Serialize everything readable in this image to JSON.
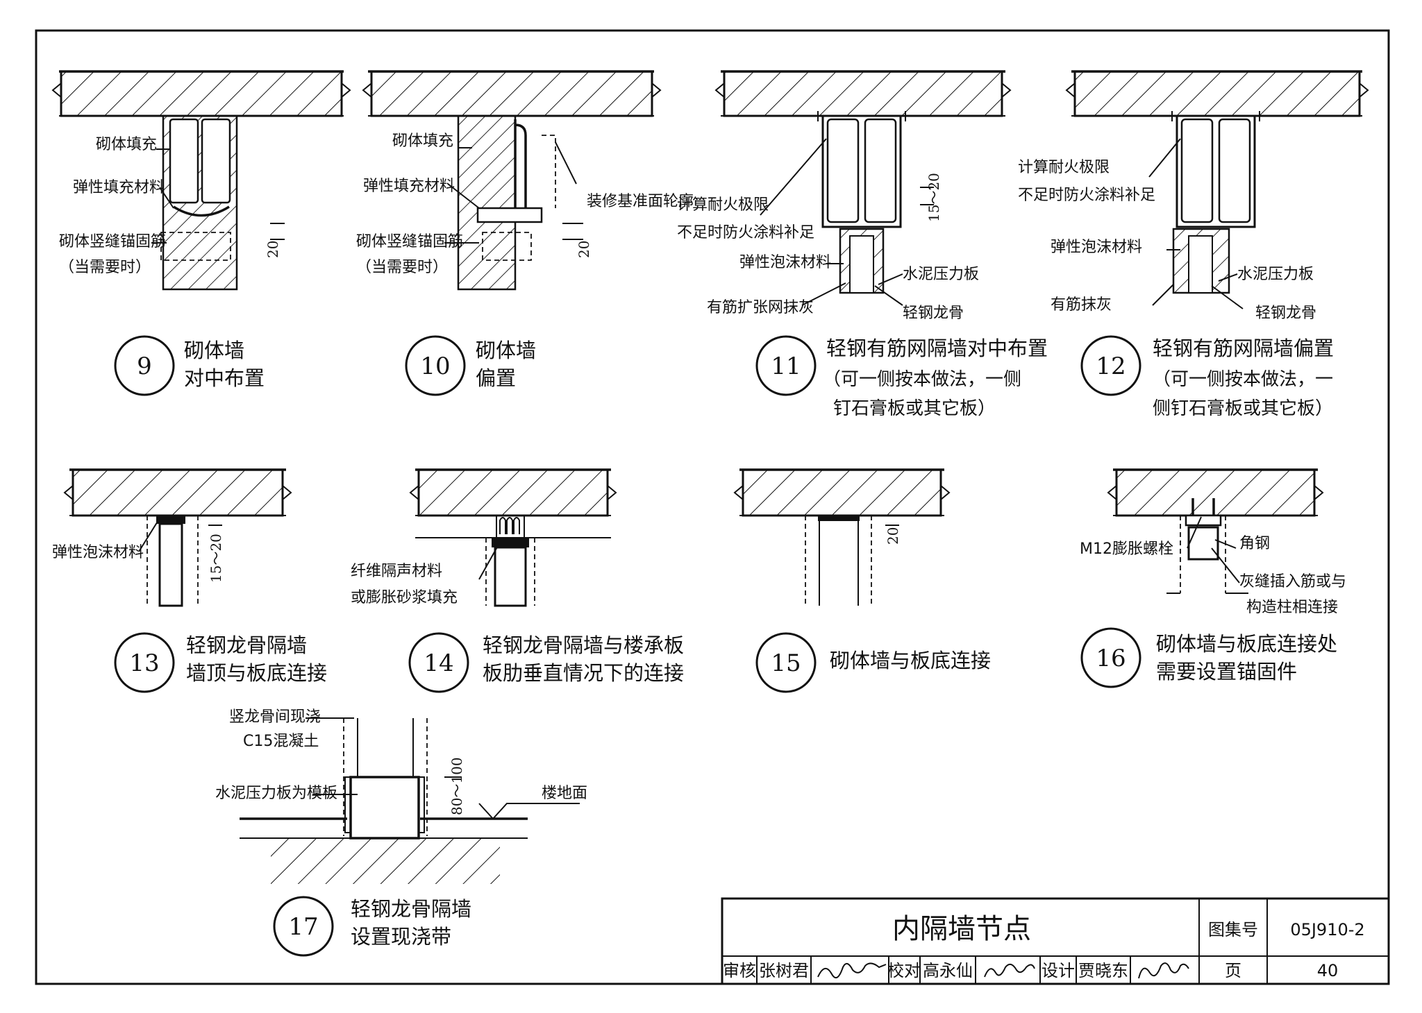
{
  "title_block": {
    "drawing_title": "内隔墙节点",
    "atlas_label": "图集号",
    "atlas_no": "05J910-2",
    "review_label": "审核",
    "reviewer": "张树君",
    "check_label": "校对",
    "checker": "高永仙",
    "design_label": "设计",
    "designer": "贾晓东",
    "page_label": "页",
    "page_no": "40"
  },
  "details": {
    "d9": {
      "num": "9",
      "title1": "砌体墙",
      "title2": "对中布置",
      "labels": [
        "砌体填充",
        "弹性填充材料",
        "砌体竖缝锚固筋",
        "（当需要时）"
      ],
      "dim": "20"
    },
    "d10": {
      "num": "10",
      "title1": "砌体墙",
      "title2": "偏置",
      "labels": [
        "砌体填充",
        "弹性填充材料",
        "砌体竖缝锚固筋",
        "（当需要时）",
        "装修基准面轮廓"
      ],
      "dim": "20"
    },
    "d11": {
      "num": "11",
      "title1": "轻钢有筋网隔墙对中布置",
      "title2": "（可一侧按本做法，一侧",
      "title3": "钉石膏板或其它板）",
      "labels": [
        "计算耐火极限",
        "不足时防火涂料补足",
        "弹性泡沫材料",
        "有筋扩张网抹灰",
        "水泥压力板",
        "轻钢龙骨"
      ],
      "dim": "15～20"
    },
    "d12": {
      "num": "12",
      "title1": "轻钢有筋网隔墙偏置",
      "title2": "（可一侧按本做法，一",
      "title3": "侧钉石膏板或其它板）",
      "labels": [
        "计算耐火极限",
        "不足时防火涂料补足",
        "弹性泡沫材料",
        "有筋抹灰",
        "水泥压力板",
        "轻钢龙骨"
      ]
    },
    "d13": {
      "num": "13",
      "title1": "轻钢龙骨隔墙",
      "title2": "墙顶与板底连接",
      "labels": [
        "弹性泡沫材料"
      ],
      "dim": "15～20"
    },
    "d14": {
      "num": "14",
      "title1": "轻钢龙骨隔墙与楼承板",
      "title2": "板肋垂直情况下的连接",
      "labels": [
        "纤维隔声材料",
        "或膨胀砂浆填充"
      ]
    },
    "d15": {
      "num": "15",
      "title1": "砌体墙与板底连接",
      "dim": "20"
    },
    "d16": {
      "num": "16",
      "title1": "砌体墙与板底连接处",
      "title2": "需要设置锚固件",
      "labels": [
        "M12膨胀螺栓",
        "角钢",
        "灰缝插入筋或与",
        "构造柱相连接"
      ]
    },
    "d17": {
      "num": "17",
      "title1": "轻钢龙骨隔墙",
      "title2": "设置现浇带",
      "labels": [
        "竖龙骨间现浇",
        "C15混凝土",
        "水泥压力板为模板",
        "楼地面"
      ],
      "dim": "80～100"
    }
  }
}
